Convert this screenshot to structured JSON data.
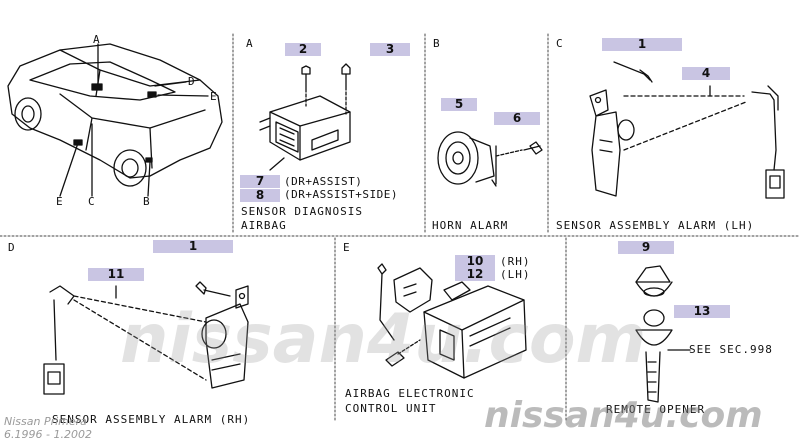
{
  "overview": {
    "letters": [
      "A",
      "D",
      "E",
      "E",
      "C",
      "B"
    ]
  },
  "sections": {
    "a": {
      "letter": "A",
      "callouts": [
        "2",
        "3",
        "7",
        "8"
      ],
      "note7": "(DR+ASSIST)",
      "note8": "(DR+ASSIST+SIDE)",
      "caption_line1": "SENSOR DIAGNOSIS",
      "caption_line2": "AIRBAG"
    },
    "b": {
      "letter": "B",
      "callouts": [
        "5",
        "6"
      ],
      "caption": "HORN ALARM"
    },
    "c": {
      "letter": "C",
      "callouts": [
        "1",
        "4"
      ],
      "caption": "SENSOR ASSEMBLY ALARM (LH)"
    },
    "d": {
      "letter": "D",
      "callouts": [
        "1",
        "11"
      ],
      "caption": "SENSOR ASSEMBLY ALARM (RH)"
    },
    "e": {
      "letter": "E",
      "callouts": [
        "10",
        "12"
      ],
      "note10": "(RH)",
      "note12": "(LH)",
      "caption_line1": "AIRBAG ELECTRONIC",
      "caption_line2": "CONTROL UNIT"
    },
    "f": {
      "callouts": [
        "9",
        "13"
      ],
      "see_note": "SEE SEC.998",
      "caption": "REMOTE OPENER"
    }
  },
  "watermark": {
    "center": "nissan4u.com",
    "corner": "nissan4u.com"
  },
  "footer": {
    "model": "Nissan Primera",
    "dates": "6.1996 - 1.2002"
  },
  "colors": {
    "callout_bg": "#c9c5e3",
    "line": "#111111",
    "watermark": "#969696"
  }
}
